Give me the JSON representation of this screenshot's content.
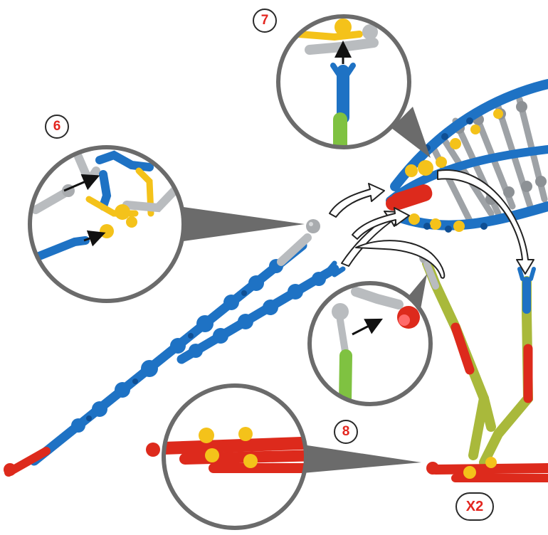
{
  "instructions": {
    "steps": [
      {
        "number": "6"
      },
      {
        "number": "7"
      },
      {
        "number": "8"
      }
    ],
    "quantity_label": "X2"
  },
  "colors": {
    "blue": "#1e72c4",
    "blue_dark": "#0f4f94",
    "yellow": "#f4c21a",
    "gray": "#b9bcbf",
    "red": "#dd2a1c",
    "green": "#7fc241",
    "olive": "#a9b93b",
    "callout_ring": "#6b6b6b",
    "badge_text": "#e3261f"
  },
  "icons": [
    "arrow-icon",
    "curved-arrow-icon",
    "magnifier-callout"
  ]
}
